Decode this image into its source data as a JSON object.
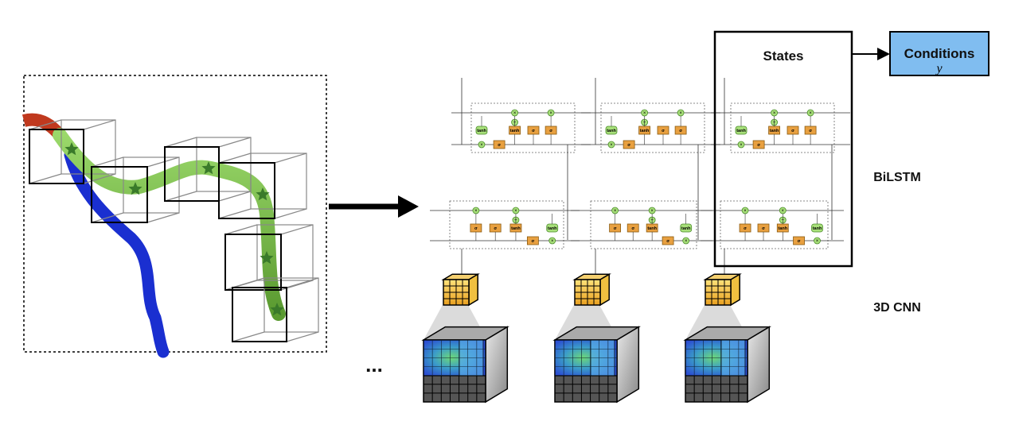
{
  "labels": {
    "states": "States",
    "conditions": "Conditions",
    "conditions_var": "y",
    "bilstm": "BiLSTM",
    "cnn": "3D CNN",
    "ellipsis": "...",
    "tanh": "tanh",
    "sigma": "σ",
    "times": "×",
    "plus": "+"
  },
  "colors": {
    "conditions_fill": "#80bdf0",
    "gate_orange": "#e8a040",
    "op_green": "#a8e07a",
    "vessel_green": "#7cc24a",
    "vessel_blue": "#1a2fd0",
    "vessel_red": "#c0391e",
    "cube_yellow": "#f5c64a",
    "volume_blue": "#3a6ad8"
  }
}
